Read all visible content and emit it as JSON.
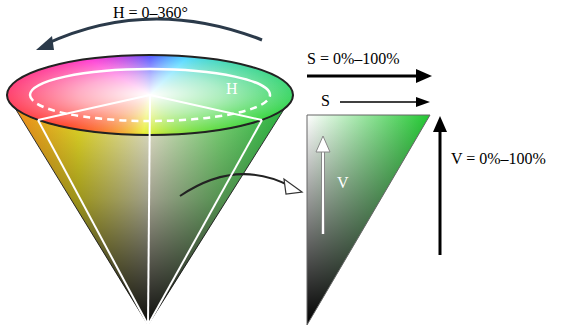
{
  "diagram": {
    "labels": [
      "H = 0–360°",
      "H",
      "S = 0%–100%",
      "S",
      "V",
      "V = 0%–100%"
    ]
  }
}
